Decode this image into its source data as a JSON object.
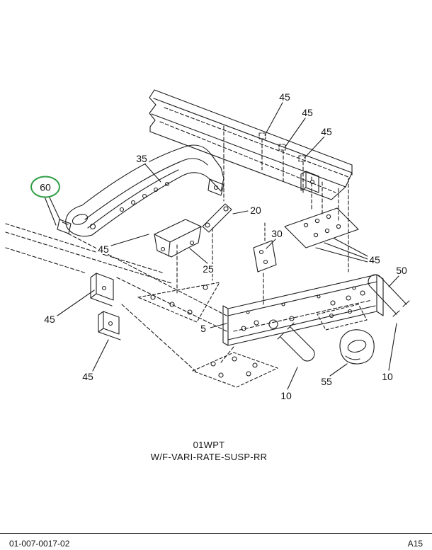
{
  "figure": {
    "caption_line1": "01WPT",
    "caption_line2": "W/F-VARI-RATE-SUSP-RR"
  },
  "footer": {
    "doc_number": "01-007-0017-02",
    "page_ref": "A15"
  },
  "highlight": {
    "color": "#2f9e44",
    "circled_label": "60"
  },
  "drawing": {
    "line_color": "#1c1c1c"
  },
  "callouts": [
    {
      "label": "45"
    },
    {
      "label": "45"
    },
    {
      "label": "45"
    },
    {
      "label": "35"
    },
    {
      "label": "60"
    },
    {
      "label": "20"
    },
    {
      "label": "30"
    },
    {
      "label": "45"
    },
    {
      "label": "25"
    },
    {
      "label": "45"
    },
    {
      "label": "50"
    },
    {
      "label": "45"
    },
    {
      "label": "5"
    },
    {
      "label": "45"
    },
    {
      "label": "10"
    },
    {
      "label": "55"
    },
    {
      "label": "10"
    }
  ]
}
